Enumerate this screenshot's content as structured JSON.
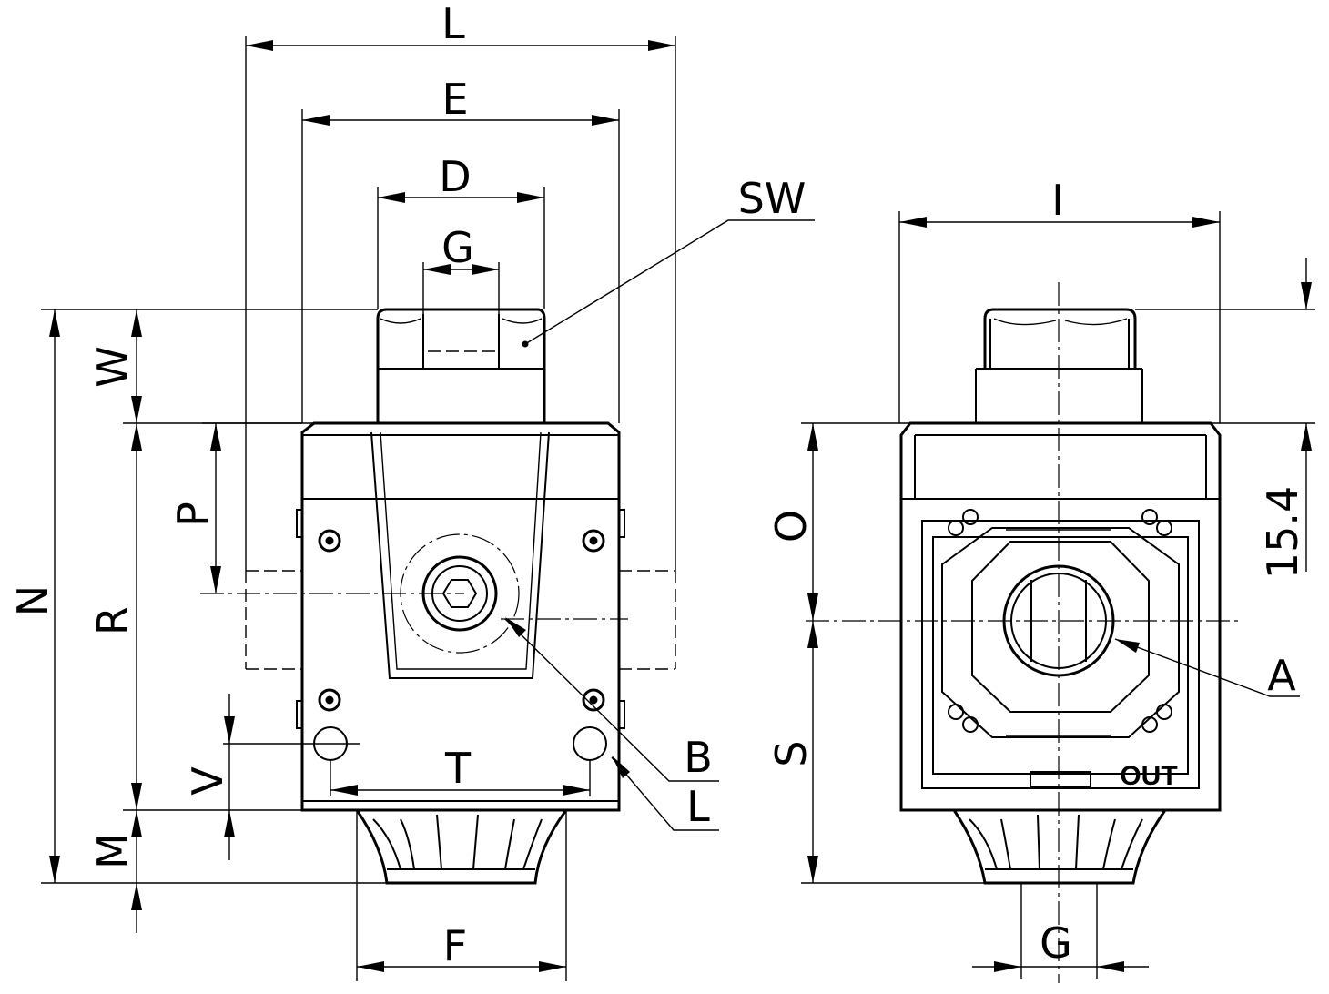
{
  "front_view": {
    "dimension_labels": {
      "L_top": "L",
      "E": "E",
      "D": "D",
      "G_top": "G",
      "SW": "SW",
      "N": "N",
      "W": "W",
      "P": "P",
      "R": "R",
      "B": "B",
      "L_side": "L",
      "T": "T",
      "V": "V",
      "M": "M",
      "F": "F"
    }
  },
  "side_view": {
    "dimension_labels": {
      "I": "I",
      "O": "O",
      "S": "S",
      "A": "A",
      "G_bottom": "G",
      "value_15_4": "15.4"
    },
    "port_marking": "OUT"
  }
}
